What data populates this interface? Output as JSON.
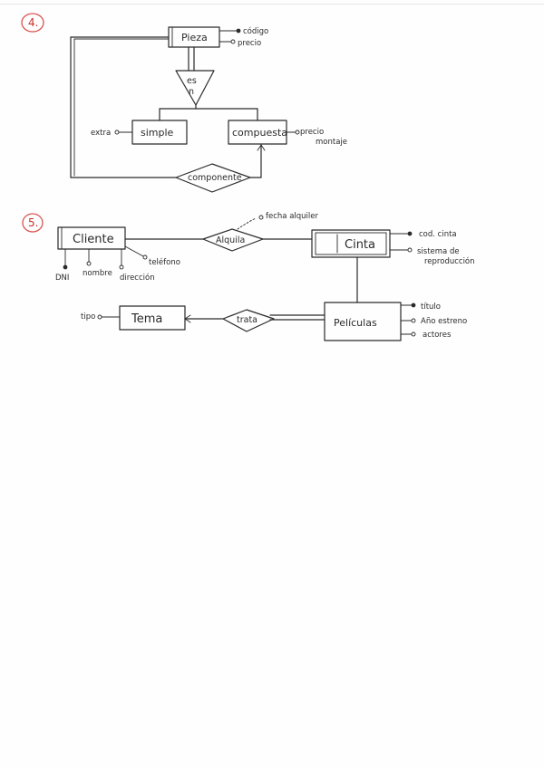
{
  "exercise_4": {
    "number": "4.",
    "entities": {
      "pieza": "Pieza",
      "simple": "simple",
      "compuesta": "compuesta"
    },
    "isa_label_top": "es",
    "isa_label_bottom": "n",
    "relationship": "componente",
    "attributes": {
      "codigo": "código",
      "precio": "precio",
      "extra": "extra",
      "precio_montaje_line1": "precio",
      "precio_montaje_line2": "montaje"
    }
  },
  "exercise_5": {
    "number": "5.",
    "entities": {
      "cliente": "Cliente",
      "cinta": "Cinta",
      "peliculas": "Películas",
      "tema": "Tema"
    },
    "relationships": {
      "alquila": "Alquila",
      "trata": "trata"
    },
    "attributes": {
      "fecha_alquiler": "fecha alquiler",
      "dni": "DNI",
      "nombre": "nombre",
      "direccion": "dirección",
      "telefono": "teléfono",
      "cod_cinta": "cod. cinta",
      "sistema_line1": "sistema de",
      "sistema_line2": "reproducción",
      "titulo": "título",
      "ano_estreno": "Año estreno",
      "actores": "actores",
      "tipo": "tipo"
    }
  }
}
